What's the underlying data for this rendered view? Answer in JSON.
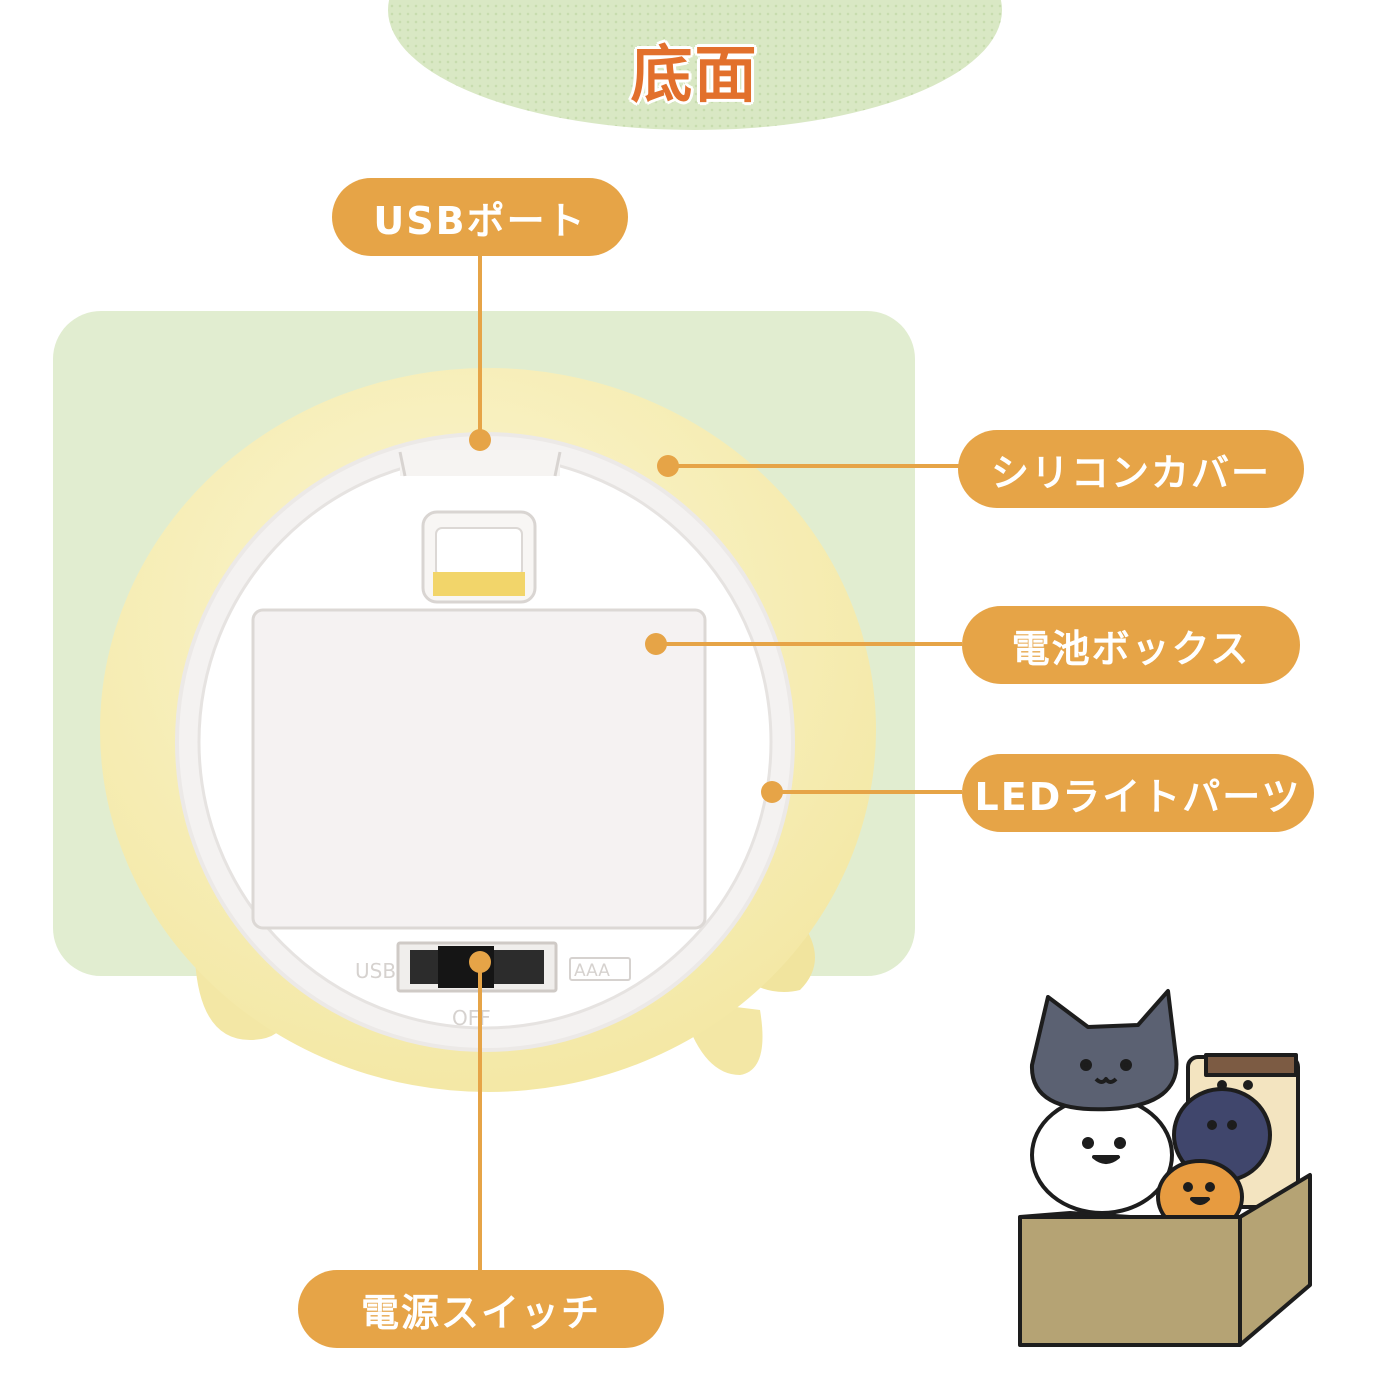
{
  "title": "底面",
  "labels": {
    "usb_port": "USBポート",
    "silicon_cover": "シリコンカバー",
    "battery_box": "電池ボックス",
    "led_light_parts": "LEDライトパーツ",
    "power_switch": "電源スイッチ"
  },
  "switch_marks": {
    "left": "USB",
    "right": "AAA",
    "bottom": "OFF"
  },
  "colors": {
    "accent": "#e6a447",
    "title": "#e2702c",
    "panel": "#e1edd0",
    "silicone": "#f7efb2"
  }
}
